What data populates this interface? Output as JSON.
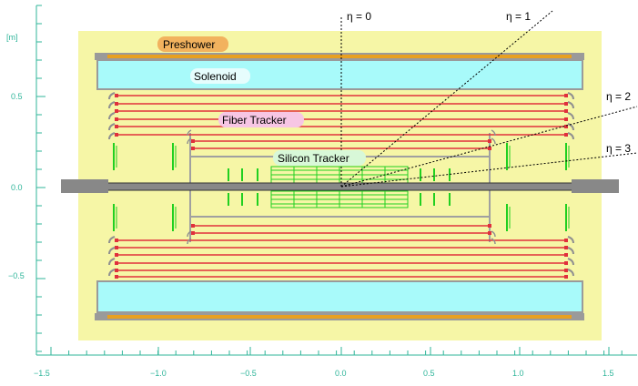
{
  "axes": {
    "y_unit": "[m]",
    "y_ticks": [
      "0.5",
      "0.0",
      "−0.5"
    ],
    "x_ticks": [
      "−1.5",
      "−1.0",
      "−0.5",
      "0.0",
      "0.5",
      "1.0",
      "1.5"
    ]
  },
  "components": {
    "preshower": "Preshower",
    "solenoid": "Solenoid",
    "fiber_tracker": "Fiber Tracker",
    "silicon_tracker": "Silicon Tracker"
  },
  "eta_lines": [
    {
      "label": "η = 0",
      "eta": 0
    },
    {
      "label": "η = 1",
      "eta": 1
    },
    {
      "label": "η = 2",
      "eta": 2
    },
    {
      "label": "η = 3",
      "eta": 3
    }
  ],
  "colors": {
    "axis": "#2fb59a",
    "background_region": "#f6f6a6",
    "solenoid": "#a8fafa",
    "preshower": "#e8a020",
    "preshower_label_bg": "#f2b25e",
    "fiber_layers": "#e0303c",
    "fiber_label_bg": "#f7c6e4",
    "silicon": "#20d020",
    "silicon_label_bg": "#d8f8d8",
    "beam_pipe": "#888888",
    "support": "#a0a0a0"
  }
}
